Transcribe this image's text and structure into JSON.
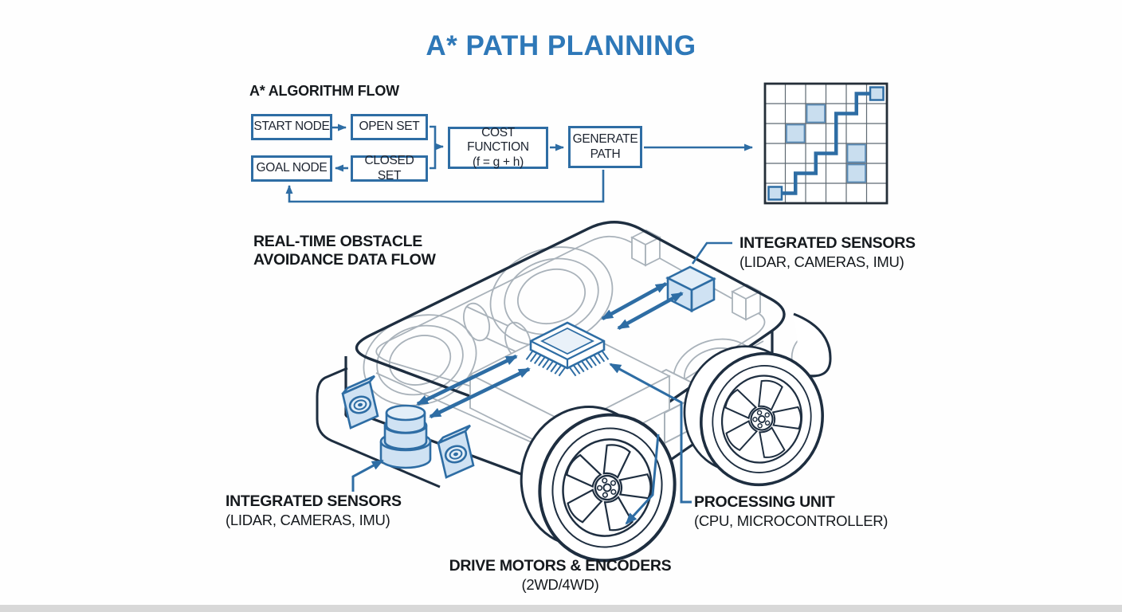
{
  "title": "A* PATH PLANNING",
  "colors": {
    "accent_blue": "#2e6da4",
    "title_blue": "#2e78b8",
    "component_fill": "#cfe2f3",
    "obstacle_fill": "#c9deef",
    "outline_dark": "#1e2e40",
    "detail_gray": "#a9b2ba",
    "text_dark": "#15191d"
  },
  "flowchart": {
    "heading": "A* ALGORITHM FLOW",
    "nodes": {
      "start": {
        "label": "START NODE"
      },
      "open": {
        "label": "OPEN SET"
      },
      "goal": {
        "label": "GOAL NODE"
      },
      "closed": {
        "label": "CLOSED SET"
      },
      "cost": {
        "line1": "COST FUNCTION",
        "line2": "(f = g + h)"
      },
      "generate": {
        "line1": "GENERATE",
        "line2": "PATH"
      }
    }
  },
  "grid": {
    "rows": 6,
    "cols": 6,
    "obstacles": [
      [
        1,
        2
      ],
      [
        2,
        1
      ],
      [
        3,
        4
      ],
      [
        4,
        4
      ]
    ],
    "start_cell": [
      5,
      0
    ],
    "goal_cell": [
      0,
      5
    ],
    "path_cells": [
      [
        5,
        0
      ],
      [
        5,
        1
      ],
      [
        4,
        1
      ],
      [
        4,
        2
      ],
      [
        3,
        2
      ],
      [
        3,
        3
      ],
      [
        2,
        3
      ],
      [
        1,
        3
      ],
      [
        1,
        4
      ],
      [
        0,
        4
      ],
      [
        0,
        5
      ]
    ]
  },
  "robot": {
    "flow_heading_line1": "REAL-TIME OBSTACLE",
    "flow_heading_line2": "AVOIDANCE DATA FLOW",
    "labels": {
      "sensors_top": {
        "title": "INTEGRATED SENSORS",
        "subtitle": "(LIDAR, CAMERAS, IMU)"
      },
      "sensors_bottom": {
        "title": "INTEGRATED SENSORS",
        "subtitle": "(LIDAR, CAMERAS, IMU)"
      },
      "processing": {
        "title": "PROCESSING UNIT",
        "subtitle": "(CPU, MICROCONTROLLER)"
      },
      "drive": {
        "title": "DRIVE MOTORS & ENCODERS",
        "subtitle": "(2WD/4WD)"
      }
    }
  }
}
